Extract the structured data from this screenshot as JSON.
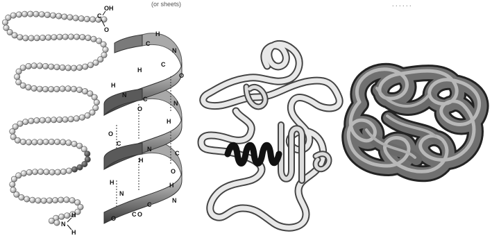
{
  "header": {
    "caption_left": "(or sheets)",
    "caption_right": ". . . . . ."
  },
  "primary": {
    "end_top": {
      "carbon": "C",
      "hydroxyl": "OH",
      "oxygen": "O"
    },
    "end_bottom": {
      "nitrogen": "N",
      "hydrogen_top": "H",
      "hydrogen_bottom": "H"
    }
  },
  "secondary": {
    "atoms": [
      "C",
      "H",
      "N",
      "C",
      "H",
      "O",
      "N",
      "H",
      "C",
      "O",
      "N",
      "H",
      "C",
      "O",
      "N",
      "H",
      "C",
      "O",
      "N",
      "H",
      "C",
      "O",
      "N",
      "H",
      "C",
      "O"
    ]
  },
  "tertiary": {
    "highlighted_segment": "alpha-helix"
  },
  "quaternary": {},
  "colors": {
    "bead": "#b9b9b9",
    "bead_dark": "#505050",
    "ribbon": "#9a9a9a",
    "ribbon_dark": "#4a4a4a",
    "tube": "#6f6f6f"
  }
}
